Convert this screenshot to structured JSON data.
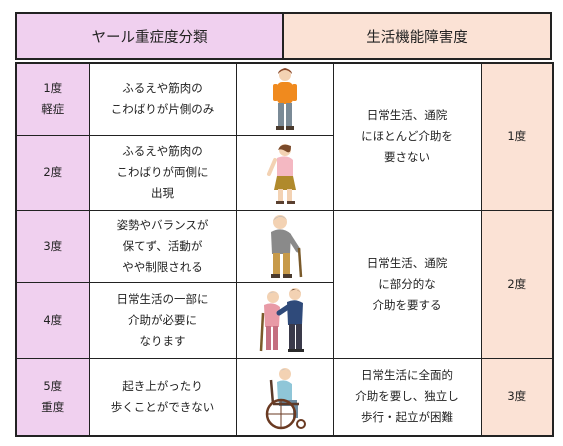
{
  "header": {
    "yahr": "ヤール重症度分類",
    "disability": "生活機能障害度"
  },
  "rows": [
    {
      "grade": [
        "1度",
        "軽症"
      ],
      "desc": [
        "ふるえや筋肉の",
        "こわばりが片側のみ"
      ],
      "icon": "standing-person-icon"
    },
    {
      "grade": [
        "2度"
      ],
      "desc": [
        "ふるえや筋肉の",
        "こわばりが両側に",
        "出現"
      ],
      "icon": "stooped-walking-person-icon"
    },
    {
      "grade": [
        "3度"
      ],
      "desc": [
        "姿勢やバランスが",
        "保てず、活動が",
        "やや制限される"
      ],
      "icon": "elderly-with-cane-icon"
    },
    {
      "grade": [
        "4度"
      ],
      "desc": [
        "日常生活の一部に",
        "介助が必要に",
        "なります"
      ],
      "icon": "assisted-walking-icon"
    },
    {
      "grade": [
        "5度",
        "重度"
      ],
      "desc": [
        "起き上がったり",
        "歩くことができない"
      ],
      "icon": "wheelchair-person-icon"
    }
  ],
  "life": [
    [
      "日常生活、通院",
      "にほとんど介助を",
      "要さない"
    ],
    [
      "日常生活、通院",
      "に部分的な",
      "介助を要する"
    ],
    [
      "日常生活に全面的",
      "介助を要し、独立し",
      "歩行・起立が困難"
    ]
  ],
  "disability_levels": [
    "1度",
    "2度",
    "3度"
  ],
  "colors": {
    "pink": "#f0d0ef",
    "peach": "#fbe2d5",
    "border": "#222222"
  }
}
